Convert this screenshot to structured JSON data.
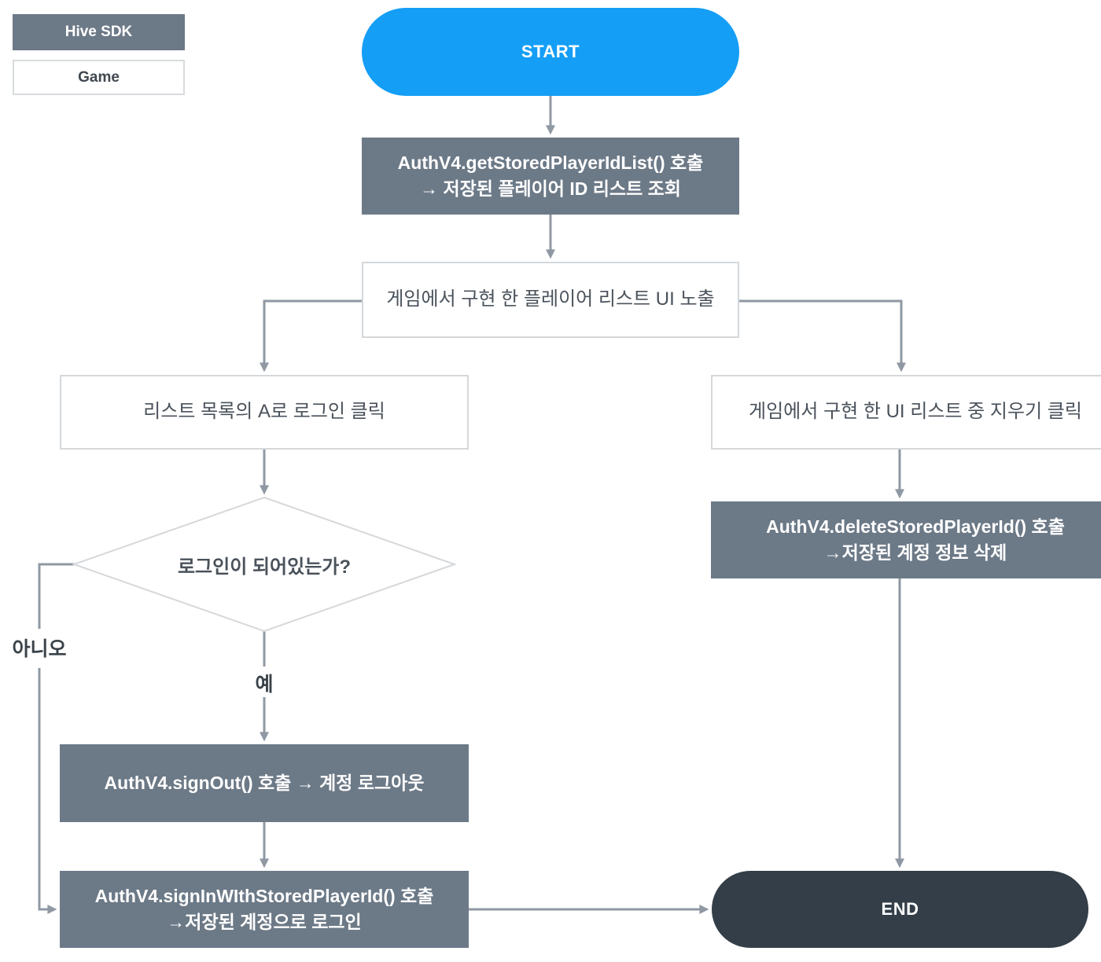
{
  "legend": {
    "hive_sdk": "Hive SDK",
    "game": "Game"
  },
  "flow": {
    "start": "START",
    "get_list": "AuthV4.getStoredPlayerIdList() 호출\n→ 저장된 플레이어 ID 리스트 조회",
    "show_ui": "게임에서 구현 한 플레이어 리스트 UI 노출",
    "login_click": "리스트 목록의 A로 로그인 클릭",
    "decision": "로그인이 되어있는가?",
    "label_yes": "예",
    "label_no": "아니오",
    "sign_out": "AuthV4.signOut() 호출 → 계정 로그아웃",
    "sign_in": "AuthV4.signInWIthStoredPlayerId() 호출\n→저장된 계정으로 로그인",
    "delete_click": "게임에서 구현 한 UI 리스트 중 지우기 클릭",
    "delete_stored": "AuthV4.deleteStoredPlayerId() 호출\n→저장된 계정 정보 삭제",
    "end": "END"
  },
  "colors": {
    "start_blue": "#149EF6",
    "sdk_gray": "#6C7987",
    "end_dark": "#333E48",
    "connector_gray": "#8F98A3",
    "light_border": "#D5D8DB",
    "dark_text": "#4A525B"
  }
}
